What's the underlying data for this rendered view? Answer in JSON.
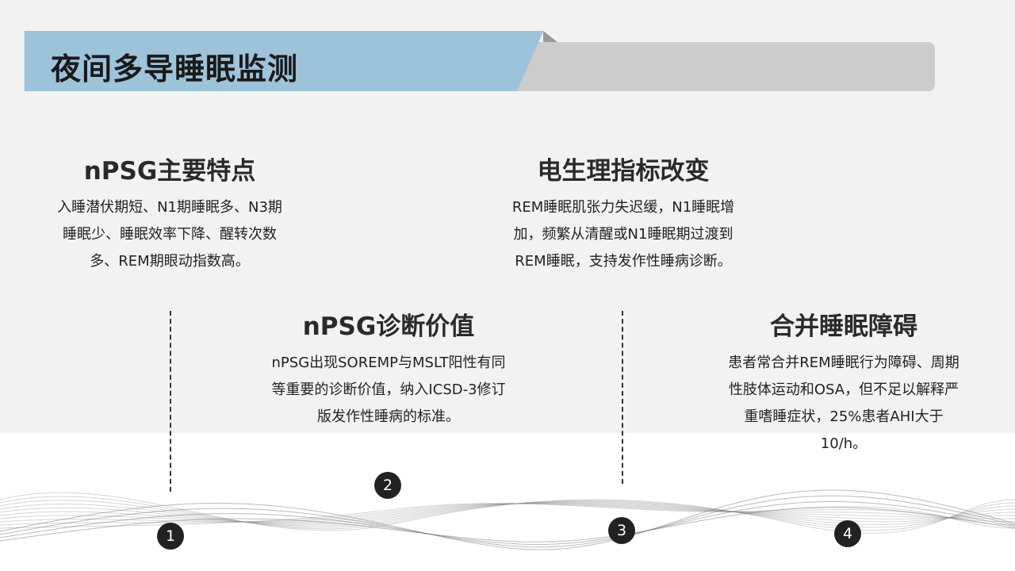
{
  "header": {
    "title": "夜间多导睡眠监测"
  },
  "sections": [
    {
      "number": "1",
      "title": "nPSG主要特点",
      "body": "入睡潜伏期短、N1期睡眠多、N3期睡眠少、睡眠效率下降、醒转次数多、REM期眼动指数高。"
    },
    {
      "number": "2",
      "title": "nPSG诊断价值",
      "body": "nPSG出现SOREMP与MSLT阳性有同等重要的诊断价值，纳入ICSD-3修订版发作性睡病的标准。"
    },
    {
      "number": "3",
      "title": "电生理指标改变",
      "body": "REM睡眠肌张力失迟缓，N1睡眠增加，频繁从清醒或N1睡眠期过渡到REM睡眠，支持发作性睡病诊断。"
    },
    {
      "number": "4",
      "title": "合并睡眠障碍",
      "body": "患者常合并REM睡眠行为障碍、周期性肢体运动和OSA，但不足以解释严重嗜睡症状，25%患者AHI大于10/h。"
    }
  ],
  "colors": {
    "header_blue": "#9dc3db",
    "header_grey": "#cccccc",
    "badge": "#222222"
  }
}
